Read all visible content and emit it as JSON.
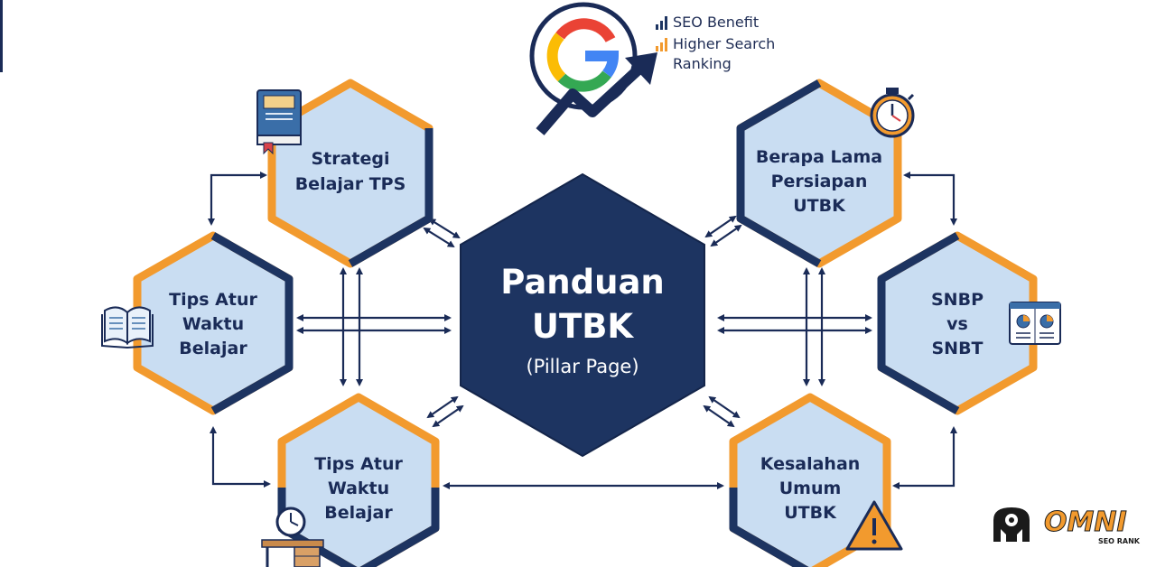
{
  "colors": {
    "navy": "#1d3461",
    "orange": "#f29a2e",
    "light_blue": "#c9ddf2",
    "arrow": "#1a2b57"
  },
  "center": {
    "title_line1": "Panduan",
    "title_line2": "UTBK",
    "subtitle": "(Pillar Page)"
  },
  "nodes": {
    "strategi": {
      "lines": [
        "Strategi",
        "Belajar TPS"
      ],
      "icon": "book-icon"
    },
    "tips_left": {
      "lines": [
        "Tips Atur",
        "Waktu",
        "Belajar"
      ],
      "icon": "open-book-icon"
    },
    "tips_bottom": {
      "lines": [
        "Tips Atur",
        "Waktu",
        "Belajar"
      ],
      "icon": "desk-clock-icon"
    },
    "berapa": {
      "lines": [
        "Berapa Lama",
        "Persiapan",
        "UTBK"
      ],
      "icon": "stopwatch-icon"
    },
    "snbp": {
      "lines": [
        "SNBP",
        "vs",
        "SNBT"
      ],
      "icon": "dashboard-icon"
    },
    "kesalahan": {
      "lines": [
        "Kesalahan",
        "Umum",
        "UTBK"
      ],
      "icon": "warning-icon"
    }
  },
  "google": {
    "icon": "google-g-icon",
    "trend_icon": "trend-arrow-icon"
  },
  "legend": {
    "seo": "SEO Benefit",
    "ranking_line1": "Higher Search",
    "ranking_line2": "Ranking"
  },
  "brand": {
    "name": "OMNI",
    "tagline": "SEO RANK",
    "icon": "mascot-icon"
  }
}
